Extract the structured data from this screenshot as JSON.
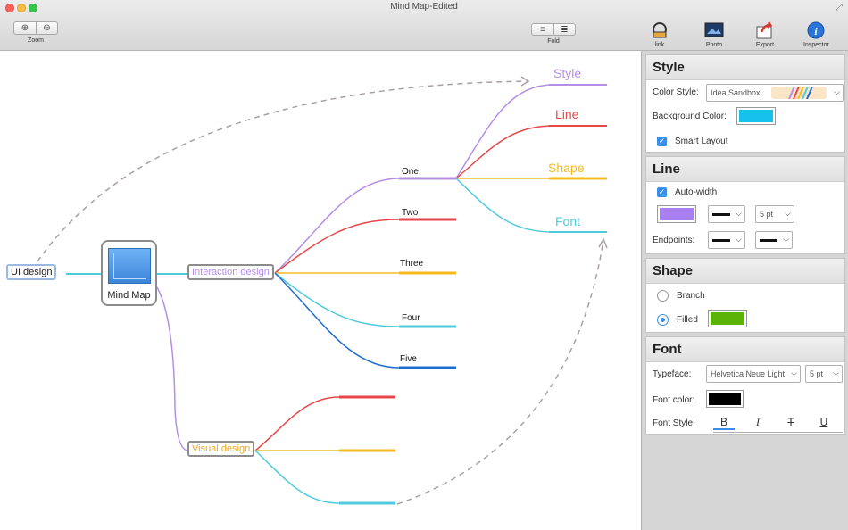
{
  "window": {
    "title": "Mind Map-Edited"
  },
  "toolbar": {
    "zoom_label": "Zoom",
    "zoom_in_icon": "zoom-in-icon",
    "zoom_out_icon": "zoom-out-icon",
    "fold_label": "Fold",
    "link_label": "link",
    "photo_label": "Photo",
    "export_label": "Export",
    "inspector_label": "Inspector"
  },
  "map": {
    "root": "UI design",
    "center": "Mind Map",
    "branch1": "Interaction design",
    "branch2": "Visual design",
    "children1": [
      "One",
      "Two",
      "Three",
      "Four",
      "Five"
    ],
    "children_one": [
      "Style",
      "Line",
      "Shape",
      "Font"
    ],
    "colors": {
      "purple": "#b58ee6",
      "red": "#e8474a",
      "yellow": "#f5bb1e",
      "cyan": "#4fcbdc",
      "blue": "#1f6dd0",
      "orange": "#f6a41b"
    }
  },
  "inspector": {
    "style": {
      "title": "Style",
      "color_style_label": "Color Style:",
      "color_style_value": "Idea Sandbox",
      "background_color_label": "Background Color:",
      "background_color": "#16c1ee",
      "smart_layout_label": "Smart Layout",
      "smart_layout_checked": true
    },
    "line": {
      "title": "Line",
      "auto_width_label": "Auto-width",
      "auto_width_checked": true,
      "line_color": "#a980f2",
      "width_value": "5 pt",
      "endpoints_label": "Endpoints:"
    },
    "shape": {
      "title": "Shape",
      "branch_label": "Branch",
      "filled_label": "Filled",
      "selected": "Filled",
      "fill_color": "#5cb308"
    },
    "font": {
      "title": "Font",
      "typeface_label": "Typeface:",
      "typeface_value": "Helvetica Neue Light",
      "size_value": "5 pt",
      "font_color_label": "Font color:",
      "font_color": "#000000",
      "font_style_label": "Font Style:",
      "styles": [
        "B",
        "I",
        "T",
        "U"
      ]
    }
  }
}
